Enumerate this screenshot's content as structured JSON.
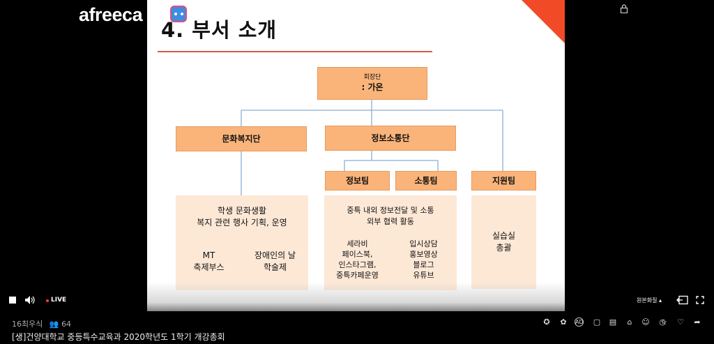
{
  "header": {
    "logo": "afreeca"
  },
  "slide": {
    "title": "4. 부서 소개",
    "president": {
      "label": "회장단",
      "name": ": 가온"
    },
    "departments": {
      "culture": "문화복지단",
      "info": "정보소통단",
      "info_team": "정보팀",
      "comm_team": "소통팀",
      "support": "지원팀"
    },
    "culture_panel": {
      "line1": "학생 문화생활",
      "line2": "복지 관련 행사 기획, 운영",
      "left_a": "MT",
      "left_b": "축제부스",
      "right_a": "장애인의 날",
      "right_b": "학술제"
    },
    "info_panel": {
      "line1": "중특 내외 정보전달 및 소통",
      "line2": "외부 협력 활동",
      "left": [
        "세라비",
        "페이스북,",
        "인스타그램,",
        "중특카페운영"
      ],
      "right": [
        "입시상담",
        "홍보영상",
        "블로그",
        "유튜브"
      ]
    },
    "support_panel": {
      "line1": "실습실",
      "line2": "총괄"
    }
  },
  "player": {
    "live_label": "LIVE",
    "quality_label": "원본화질"
  },
  "stream": {
    "channel": "16최우식",
    "viewers": "64",
    "title": "[생]건양대학교 중등특수교육과 2020학년도 1학기 개강총회"
  },
  "colors": {
    "accent": "#f04a26",
    "box": "#fab47a",
    "panel": "#fde8d6",
    "line": "#8aaed8"
  }
}
